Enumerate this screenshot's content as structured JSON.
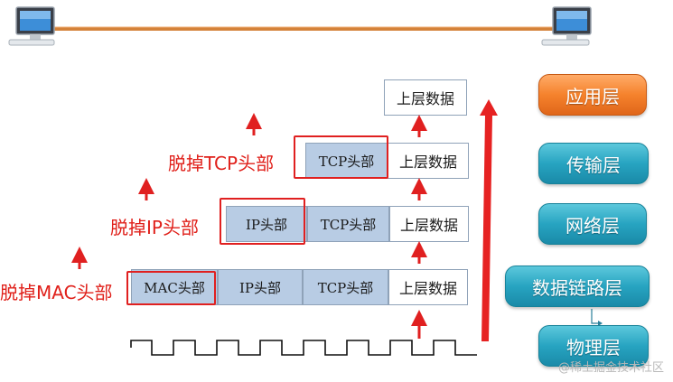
{
  "strips": [
    {
      "label": "脱掉MAC头部",
      "cells": [
        "MAC头部",
        "IP头部",
        "TCP头部",
        "上层数据"
      ]
    },
    {
      "label": "脱掉IP头部",
      "cells": [
        "IP头部",
        "TCP头部",
        "上层数据"
      ]
    },
    {
      "label": "脱掉TCP头部",
      "cells": [
        "TCP头部",
        "上层数据"
      ]
    },
    {
      "label": "",
      "cells": [
        "上层数据"
      ]
    }
  ],
  "layers": [
    {
      "label": "应用层",
      "color": "#f5822c"
    },
    {
      "label": "传输层",
      "color": "#27a4c1"
    },
    {
      "label": "网络层",
      "color": "#27a4c1"
    },
    {
      "label": "数据链路层",
      "color": "#27a4c1"
    },
    {
      "label": "物理层",
      "color": "#27a4c1"
    }
  ],
  "watermark": "@稀土掘金技术社区",
  "colors": {
    "header_cell": "#b8cce4",
    "highlight": "#e02020",
    "arrow": "#e02020",
    "link_cable": "#d4823a"
  },
  "icons": [
    "computer-left-icon",
    "computer-right-icon"
  ]
}
